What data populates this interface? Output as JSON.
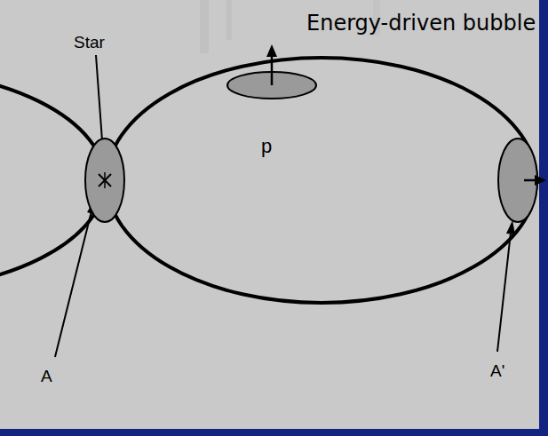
{
  "diagram": {
    "title": "Energy-driven bubble",
    "nodes": [
      {
        "text": [
          "p"
        ]
      }
    ],
    "labels": [
      "Star",
      "A",
      "A'"
    ]
  }
}
